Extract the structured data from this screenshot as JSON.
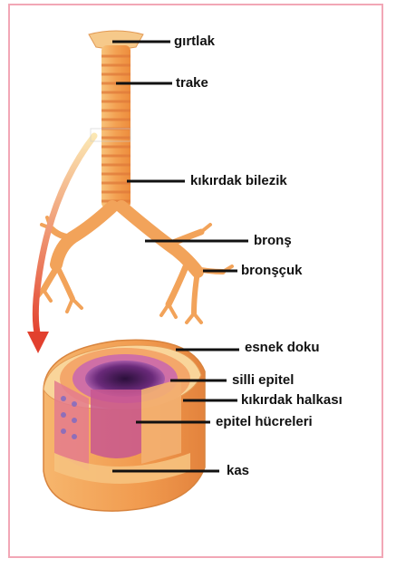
{
  "diagram": {
    "labels": {
      "girtlak": "gırtlak",
      "trake": "trake",
      "kikirdak_bilezik": "kıkırdak bilezik",
      "brons": "bronş",
      "bronscuk": "bronşçuk",
      "esnek_doku": "esnek doku",
      "silli_epitel": "silli epitel",
      "kikirdak_halkasi": "kıkırdak halkası",
      "epitel_hucreleri": "epitel hücreleri",
      "kas": "kas"
    },
    "colors": {
      "frame": "#f2a7b6",
      "trachea": "#f2a35a",
      "ring": "#e7844a",
      "arrow": "#e2402e",
      "leader": "#111111"
    }
  }
}
